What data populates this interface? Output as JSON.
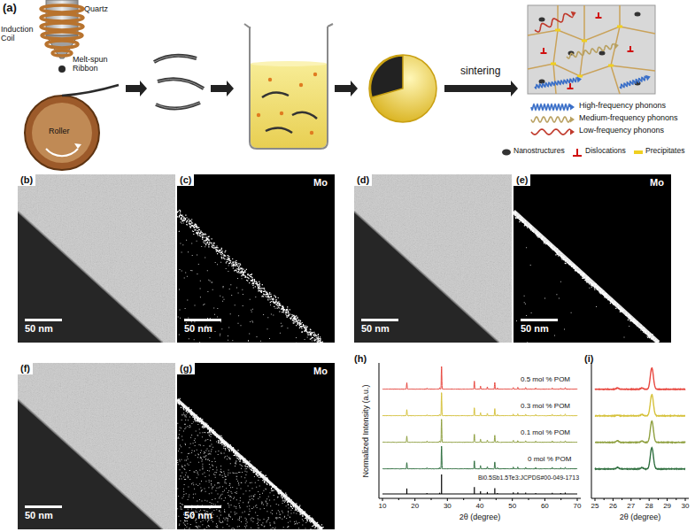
{
  "diagram": {
    "labels": [
      "(a)",
      "Quartz",
      "Induction Coil",
      "Melt-spun Ribbon",
      "Roller",
      "sintering",
      "(b)",
      "50 nm",
      "(c)",
      "Mo",
      "50 nm",
      "(d)",
      "50 nm",
      "(e)",
      "Mo",
      "50 nm",
      "(f)",
      "50 nm",
      "(g)",
      "Mo",
      "50 nm",
      "(h)",
      "0.5 mol % POM",
      "0.3 mol % POM",
      "0.1 mol % POM",
      "0 mol % POM",
      "Bi0.5Sb1.5Te3:JCPDS#00-049-1713",
      "Normalized Intensity (a.u.)",
      "10",
      "20",
      "30",
      "40",
      "50",
      "60",
      "70",
      "2θ (degree)",
      "(i)",
      "25",
      "26",
      "27",
      "28",
      "29",
      "30",
      "2θ (degree)"
    ],
    "legend": [
      {
        "text": "High-frequency phonons"
      },
      {
        "text": "Medium-frequency phonons"
      },
      {
        "text": "Low-frequency phonons"
      },
      {
        "text": "Nanostructures"
      },
      {
        "text": "Dislocations"
      },
      {
        "text": "Precipitates"
      }
    ]
  }
}
